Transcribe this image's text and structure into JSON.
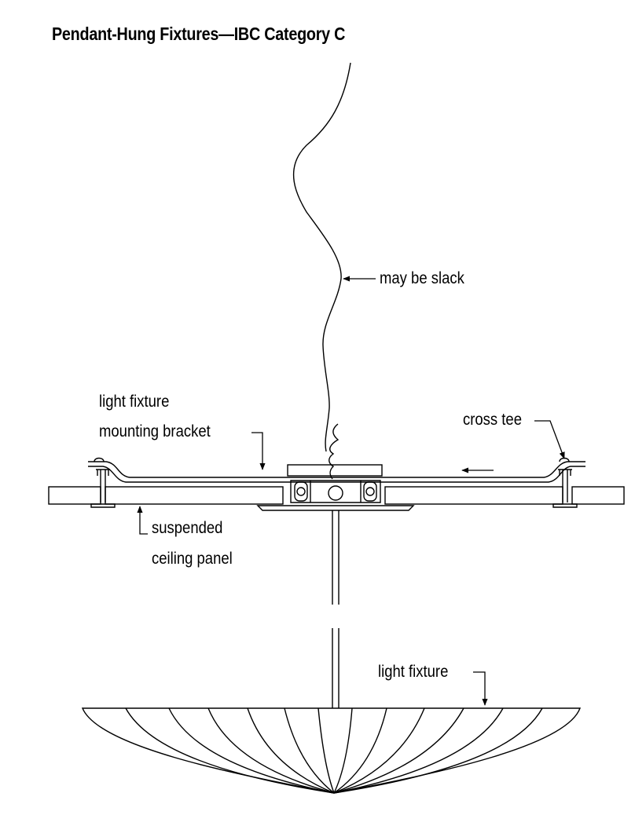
{
  "title": "Pendant-Hung Fixtures—IBC Category C",
  "labels": {
    "may_be_slack": "may be slack",
    "bracket_line1": "light fixture",
    "bracket_line2": "mounting bracket",
    "cross_tee": "cross tee",
    "panel_line1": "suspended",
    "panel_line2": "ceiling panel",
    "light_fixture": "light fixture"
  }
}
